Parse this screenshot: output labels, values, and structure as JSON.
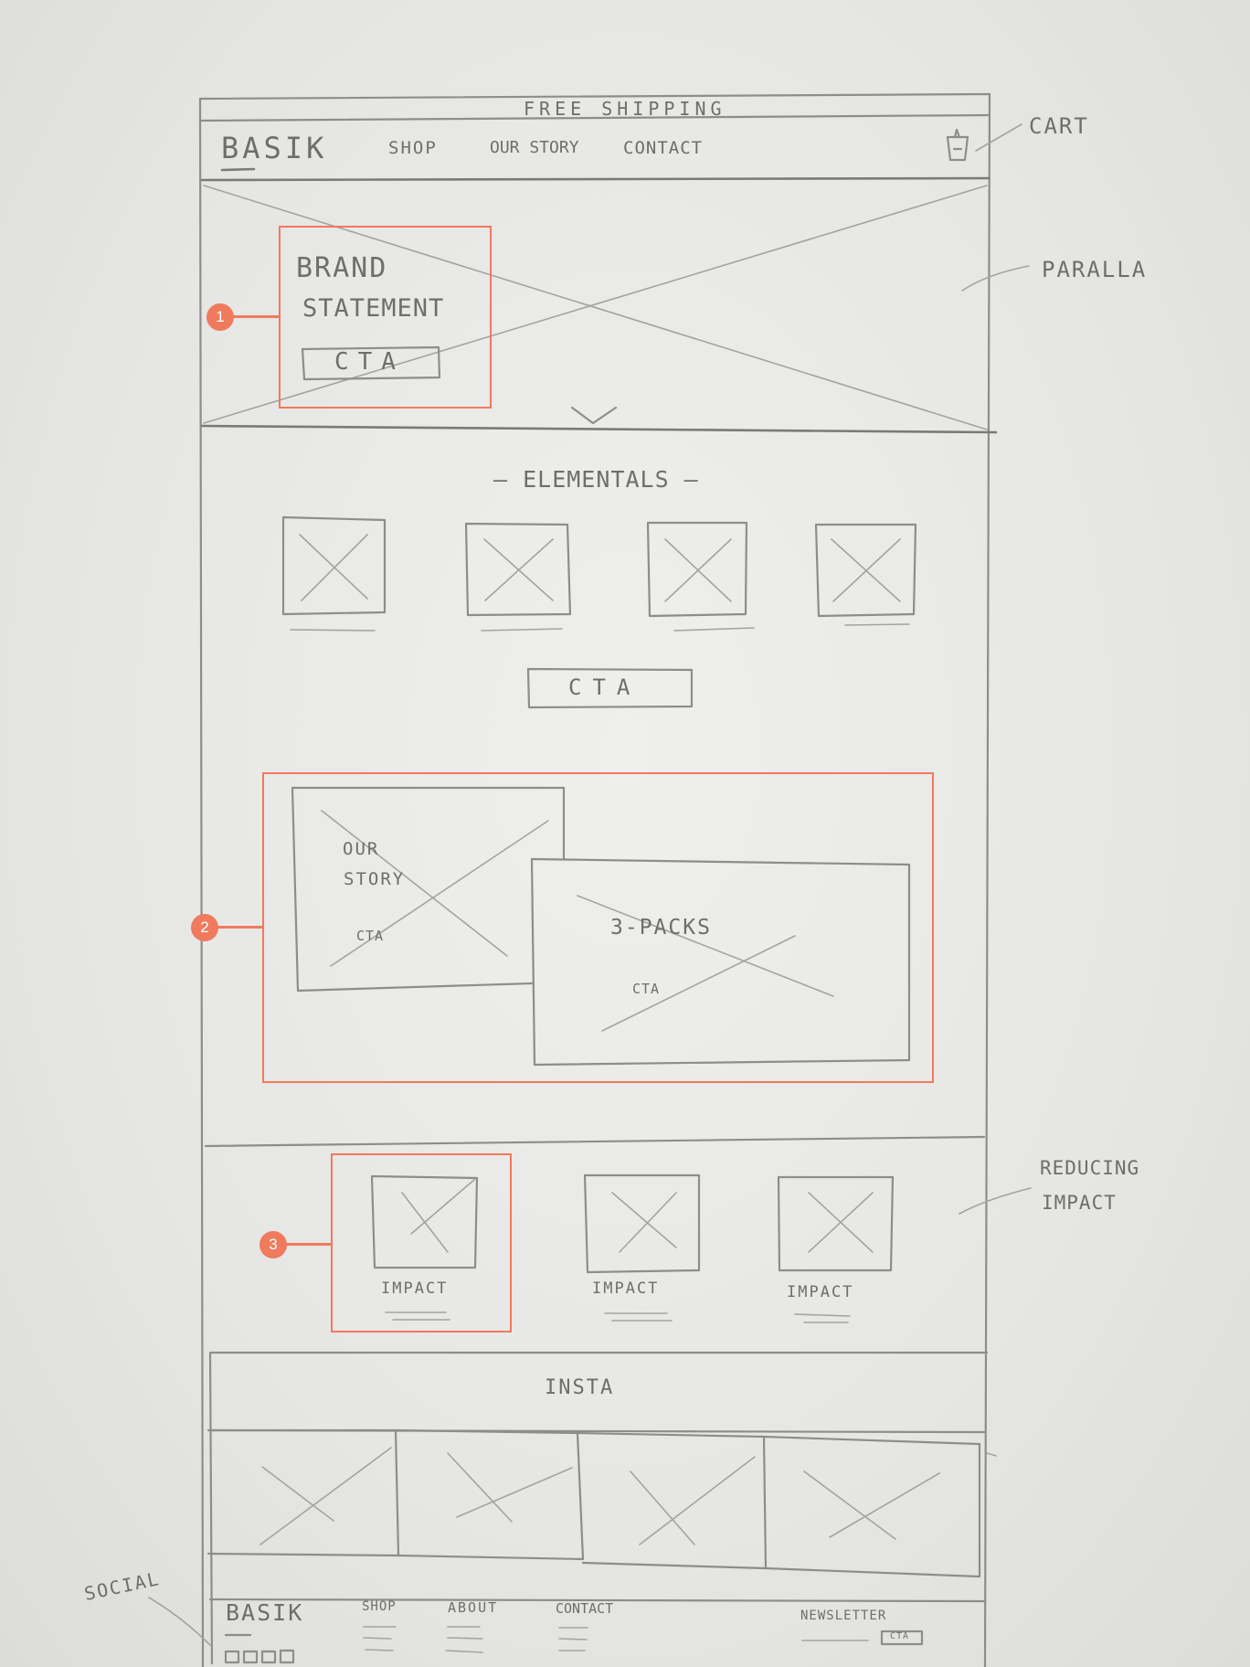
{
  "topbar": {
    "text": "FREE SHIPPING"
  },
  "nav": {
    "logo": "BASIK",
    "items": [
      "SHOP",
      "OUR STORY",
      "CONTACT"
    ]
  },
  "annotations": {
    "cart": "CART",
    "parallax": "PARALLA",
    "reducing_impact_line1": "REDUCING",
    "reducing_impact_line2": "IMPACT",
    "social": "SOCIAL"
  },
  "hero": {
    "statement_line1": "BRAND",
    "statement_line2": "STATEMENT",
    "cta": "CTA"
  },
  "elementals": {
    "title": "— ELEMENTALS —",
    "cta": "CTA"
  },
  "feature": {
    "story_line1": "OUR",
    "story_line2": "STORY",
    "story_cta": "CTA",
    "packs_title": "3-PACKS",
    "packs_cta": "CTA"
  },
  "impact": {
    "labels": [
      "IMPACT",
      "IMPACT",
      "IMPACT"
    ]
  },
  "insta": {
    "title": "INSTA"
  },
  "footer": {
    "logo": "BASIK",
    "columns": [
      "SHOP",
      "ABOUT",
      "CONTACT"
    ],
    "newsletter": "NEWSLETTER",
    "newsletter_cta": "CTA"
  },
  "callouts": [
    "1",
    "2",
    "3"
  ],
  "colors": {
    "callout": "#f07a5d",
    "pencil": "#8d8d8b",
    "paper": "#e8e8e6"
  }
}
